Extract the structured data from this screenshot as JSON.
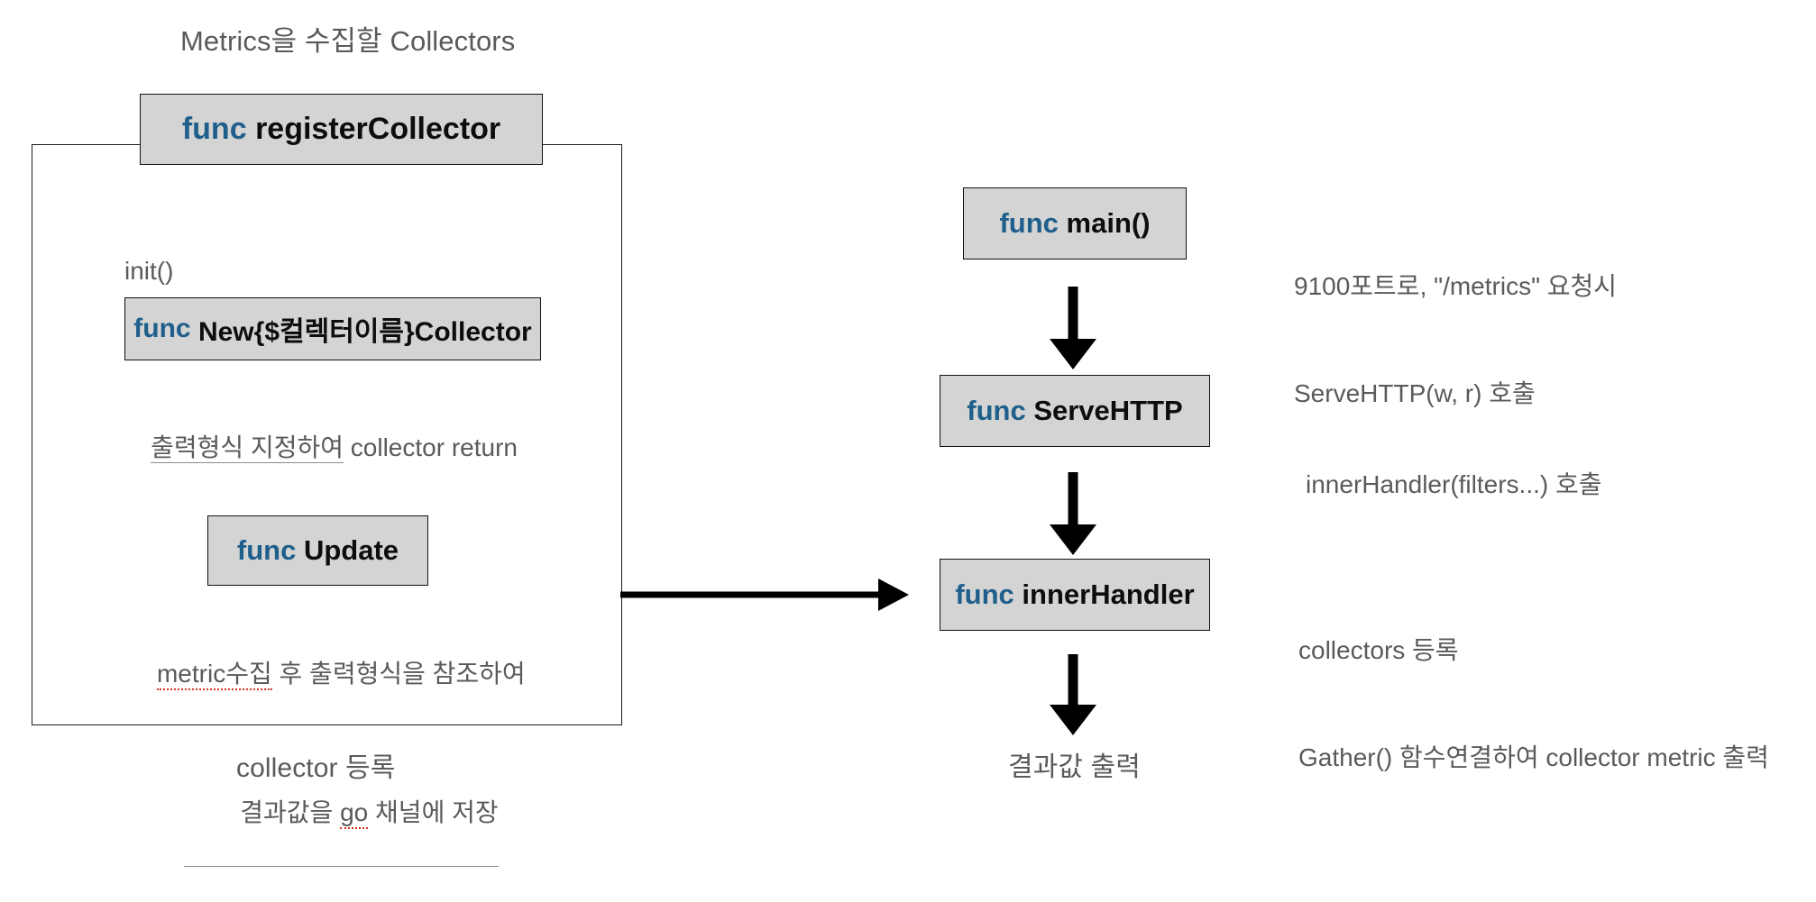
{
  "diagram": {
    "title": "Metrics을 수집할 Collectors",
    "left_group": {
      "header_box": {
        "keyword": "func",
        "name": "registerCollector"
      },
      "init_label": "init()",
      "new_collector_box": {
        "keyword": "func",
        "name": "New{$컬렉터이름}Collector"
      },
      "new_collector_note_underlined": "출력형식 지정하여",
      "new_collector_note_rest": " collector return",
      "update_box": {
        "keyword": "func",
        "name": "Update"
      },
      "update_note_line1_red": "metric수집",
      "update_note_line1_rest": " 후 출력형식을 참조하여",
      "update_note_line2_pre": "결과값을 ",
      "update_note_line2_red": "go",
      "update_note_line2_post": " 채널에 저장",
      "bottom_caption": "collector 등록"
    },
    "right_flow": {
      "nodes": [
        {
          "keyword": "func",
          "name": "main()",
          "annotation_line1": "9100포트로, \"/metrics\" 요청시",
          "annotation_line2": "ServeHTTP(w, r) 호출"
        },
        {
          "keyword": "func",
          "name": "ServeHTTP",
          "annotation_line1": "innerHandler(filters...) 호출",
          "annotation_line2": ""
        },
        {
          "keyword": "func",
          "name": "innerHandler",
          "annotation_line1": "collectors 등록",
          "annotation_line2": "Gather() 함수연결하여 collector metric 출력"
        }
      ],
      "bottom_caption": "결과값 출력"
    },
    "colors": {
      "box_fill": "#d4d4d4",
      "box_border": "#111111",
      "keyword_blue": "#1f5f8b",
      "text_black": "#0d0d0d",
      "caption_gray": "#5a5a5a",
      "arrow_black": "#000000",
      "spellcheck_red": "#d93025",
      "underline_gray": "#8d8d8d",
      "canvas": "#ffffff"
    }
  }
}
